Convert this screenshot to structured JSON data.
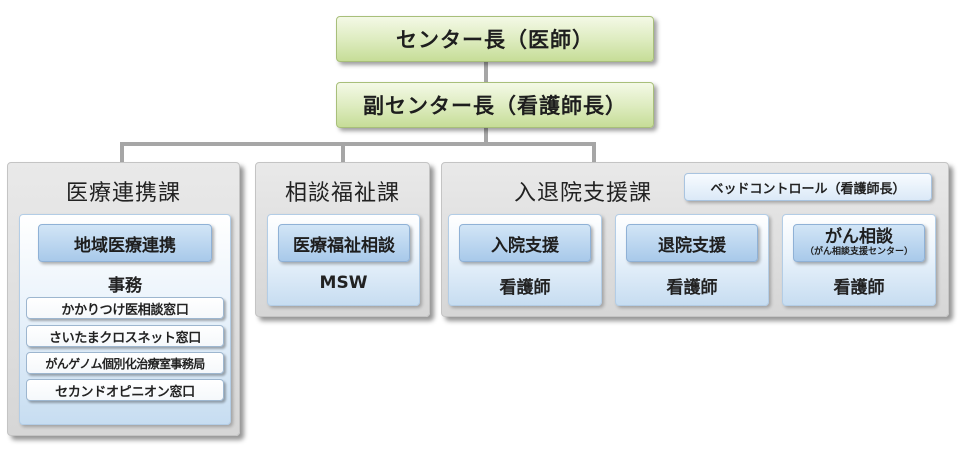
{
  "director": "センター長（医師）",
  "vice_director": "副センター長（看護師長）",
  "departments": {
    "medical_liaison": {
      "title": "医療連携課",
      "regional": "地域医療連携",
      "office": "事務",
      "windows": [
        "かかりつけ医相談窓口",
        "さいたまクロスネット窓口",
        "がんゲノム個別化治療室事務局",
        "セカンドオピニオン窓口"
      ]
    },
    "welfare": {
      "title": "相談福祉課",
      "consult": "医療福祉相談",
      "staff": "MSW"
    },
    "admission_discharge": {
      "title": "入退院支援課",
      "bed_control": "ベッドコントロール（看護師長）",
      "units": [
        {
          "label": "入院支援",
          "sub": "",
          "staff": "看護師"
        },
        {
          "label": "退院支援",
          "sub": "",
          "staff": "看護師"
        },
        {
          "label": "がん相談",
          "sub": "（がん相談支援センター）",
          "staff": "看護師"
        }
      ]
    }
  },
  "colors": {
    "connector": "#a6a6a6",
    "green_box": "#dcebbd",
    "dept_bg": "#dcdcdc",
    "blue_button": "#b7d3ee"
  }
}
